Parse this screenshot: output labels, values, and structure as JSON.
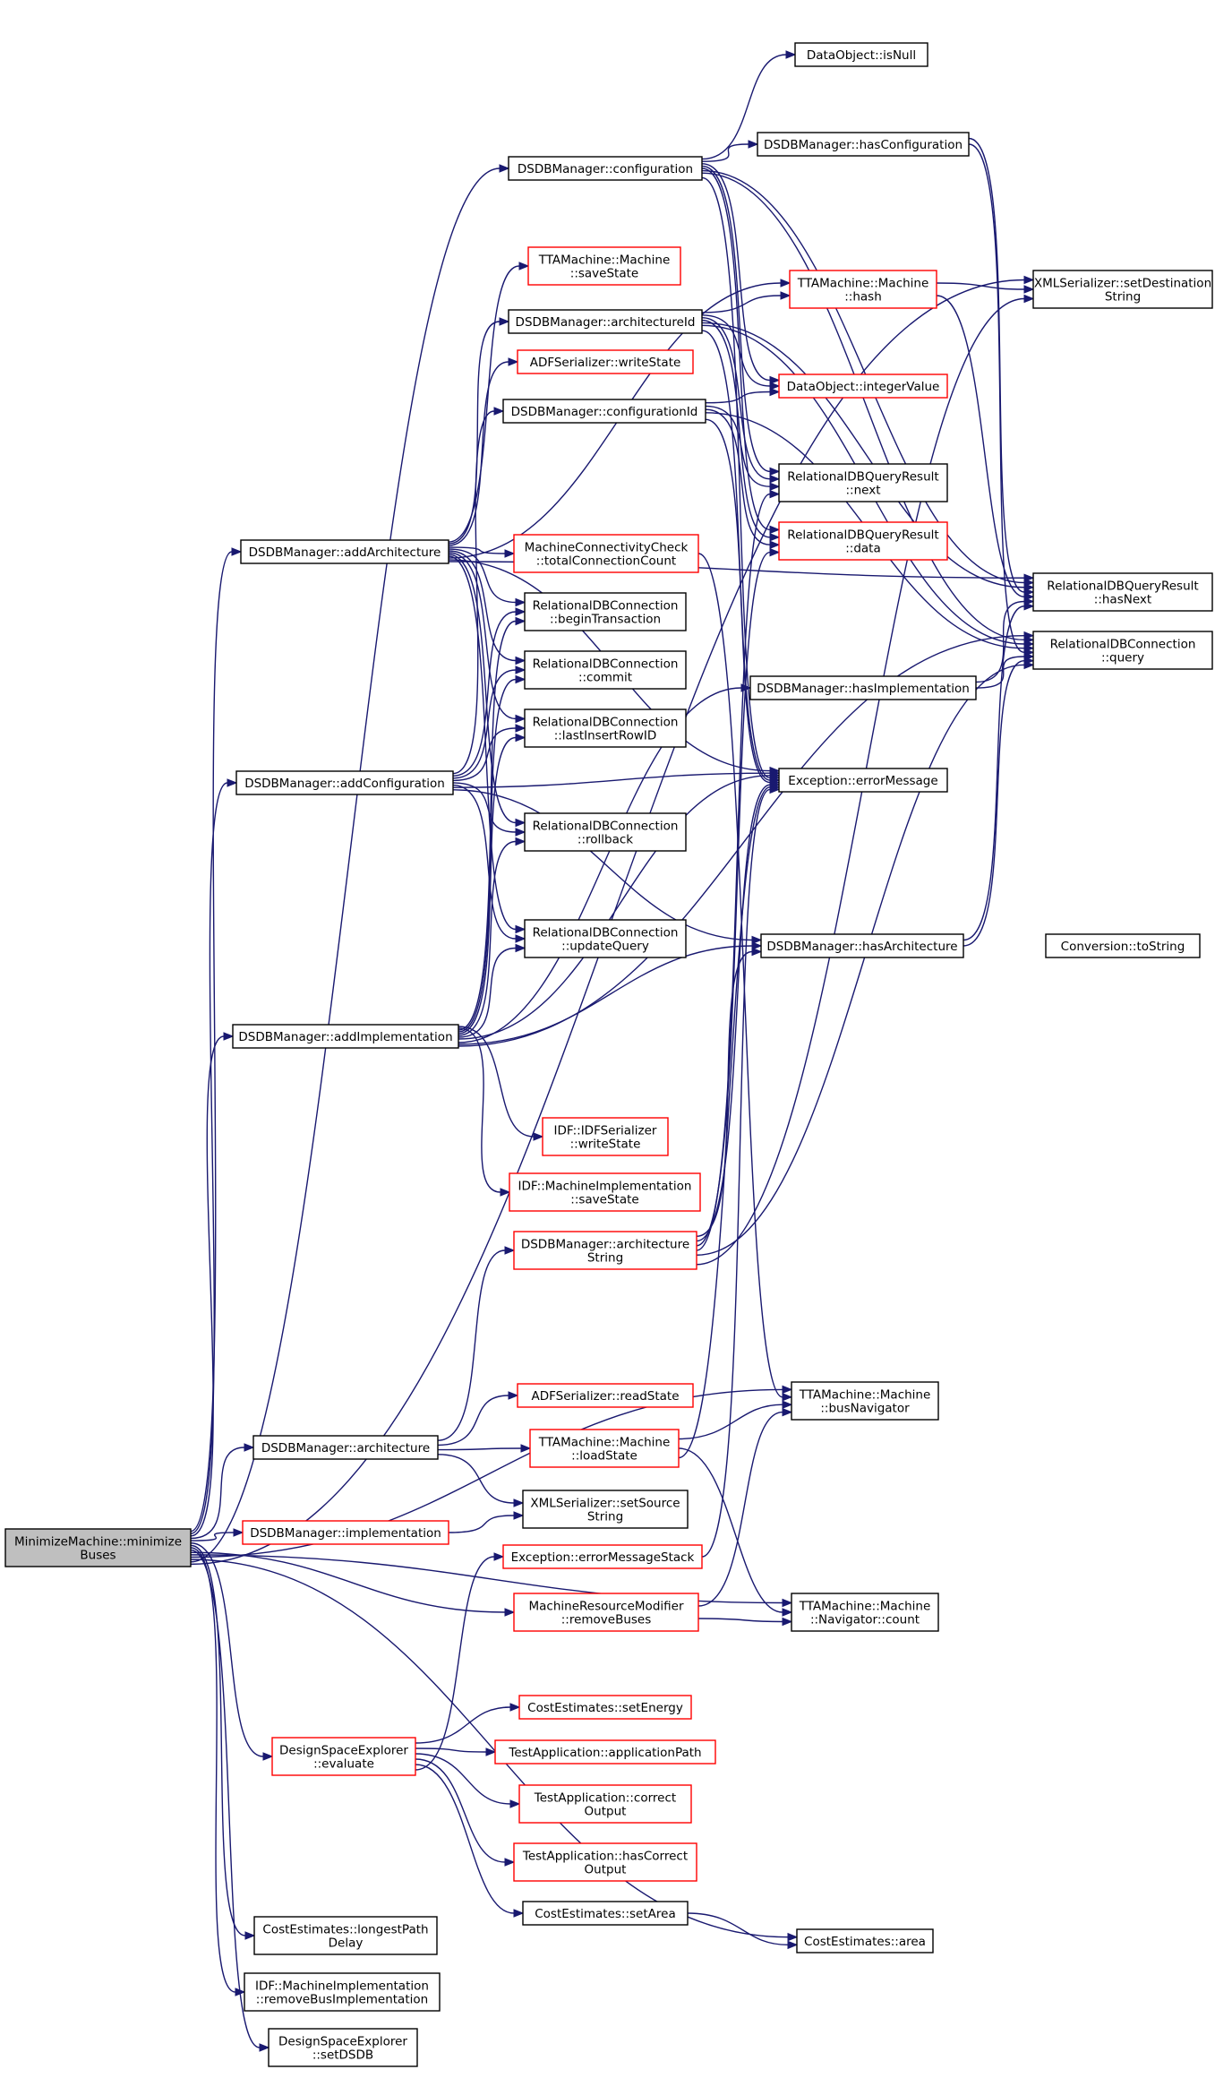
{
  "colors": {
    "edge": "#191970",
    "border_default": "#000000",
    "border_highlight": "#ff0000",
    "root_fill": "#bfbfbf",
    "node_fill": "#ffffff"
  },
  "nodes": [
    {
      "id": "root",
      "lines": [
        "MinimizeMachine::minimize",
        "Buses"
      ],
      "border": "black",
      "root": true
    },
    {
      "id": "addArchitecture",
      "lines": [
        "DSDBManager::addArchitecture"
      ],
      "border": "black"
    },
    {
      "id": "addConfiguration",
      "lines": [
        "DSDBManager::addConfiguration"
      ],
      "border": "black"
    },
    {
      "id": "addImplementation",
      "lines": [
        "DSDBManager::addImplementation"
      ],
      "border": "black"
    },
    {
      "id": "architecture",
      "lines": [
        "DSDBManager::architecture"
      ],
      "border": "black"
    },
    {
      "id": "implementation",
      "lines": [
        "DSDBManager::implementation"
      ],
      "border": "red"
    },
    {
      "id": "evaluate",
      "lines": [
        "DesignSpaceExplorer",
        "::evaluate"
      ],
      "border": "red"
    },
    {
      "id": "longestPathDelay",
      "lines": [
        "CostEstimates::longestPath",
        "Delay"
      ],
      "border": "black"
    },
    {
      "id": "removeBusImpl",
      "lines": [
        "IDF::MachineImplementation",
        "::removeBusImplementation"
      ],
      "border": "black"
    },
    {
      "id": "setDSDB",
      "lines": [
        "DesignSpaceExplorer",
        "::setDSDB"
      ],
      "border": "black"
    },
    {
      "id": "configuration",
      "lines": [
        "DSDBManager::configuration"
      ],
      "border": "black"
    },
    {
      "id": "mSaveState",
      "lines": [
        "TTAMachine::Machine",
        "::saveState"
      ],
      "border": "red"
    },
    {
      "id": "architectureId",
      "lines": [
        "DSDBManager::architectureId"
      ],
      "border": "black"
    },
    {
      "id": "adfWriteState",
      "lines": [
        "ADFSerializer::writeState"
      ],
      "border": "red"
    },
    {
      "id": "configurationId",
      "lines": [
        "DSDBManager::configurationId"
      ],
      "border": "black"
    },
    {
      "id": "totalConn",
      "lines": [
        "MachineConnectivityCheck",
        "::totalConnectionCount"
      ],
      "border": "red"
    },
    {
      "id": "beginTx",
      "lines": [
        "RelationalDBConnection",
        "::beginTransaction"
      ],
      "border": "black"
    },
    {
      "id": "commit",
      "lines": [
        "RelationalDBConnection",
        "::commit"
      ],
      "border": "black"
    },
    {
      "id": "lastInsert",
      "lines": [
        "RelationalDBConnection",
        "::lastInsertRowID"
      ],
      "border": "black"
    },
    {
      "id": "rollback",
      "lines": [
        "RelationalDBConnection",
        "::rollback"
      ],
      "border": "black"
    },
    {
      "id": "updateQuery",
      "lines": [
        "RelationalDBConnection",
        "::updateQuery"
      ],
      "border": "black"
    },
    {
      "id": "idfWriteState",
      "lines": [
        "IDF::IDFSerializer",
        "::writeState"
      ],
      "border": "red"
    },
    {
      "id": "miSaveState",
      "lines": [
        "IDF::MachineImplementation",
        "::saveState"
      ],
      "border": "red"
    },
    {
      "id": "archString",
      "lines": [
        "DSDBManager::architecture",
        "String"
      ],
      "border": "red"
    },
    {
      "id": "adfReadState",
      "lines": [
        "ADFSerializer::readState"
      ],
      "border": "red"
    },
    {
      "id": "loadState",
      "lines": [
        "TTAMachine::Machine",
        "::loadState"
      ],
      "border": "red"
    },
    {
      "id": "setSourceString",
      "lines": [
        "XMLSerializer::setSource",
        "String"
      ],
      "border": "black"
    },
    {
      "id": "errMsgStack",
      "lines": [
        "Exception::errorMessageStack"
      ],
      "border": "red"
    },
    {
      "id": "removeBuses",
      "lines": [
        "MachineResourceModifier",
        "::removeBuses"
      ],
      "border": "red"
    },
    {
      "id": "setEnergy",
      "lines": [
        "CostEstimates::setEnergy"
      ],
      "border": "red"
    },
    {
      "id": "appPath",
      "lines": [
        "TestApplication::applicationPath"
      ],
      "border": "red"
    },
    {
      "id": "correctOutput",
      "lines": [
        "TestApplication::correct",
        "Output"
      ],
      "border": "red"
    },
    {
      "id": "hasCorrectOutput",
      "lines": [
        "TestApplication::hasCorrect",
        "Output"
      ],
      "border": "red"
    },
    {
      "id": "setArea",
      "lines": [
        "CostEstimates::setArea"
      ],
      "border": "black"
    },
    {
      "id": "isNull",
      "lines": [
        "DataObject::isNull"
      ],
      "border": "black"
    },
    {
      "id": "hasConfiguration",
      "lines": [
        "DSDBManager::hasConfiguration"
      ],
      "border": "black"
    },
    {
      "id": "hash",
      "lines": [
        "TTAMachine::Machine",
        "::hash"
      ],
      "border": "red"
    },
    {
      "id": "integerValue",
      "lines": [
        "DataObject::integerValue"
      ],
      "border": "red"
    },
    {
      "id": "next",
      "lines": [
        "RelationalDBQueryResult",
        "::next"
      ],
      "border": "black"
    },
    {
      "id": "data",
      "lines": [
        "RelationalDBQueryResult",
        "::data"
      ],
      "border": "red"
    },
    {
      "id": "hasImplementation",
      "lines": [
        "DSDBManager::hasImplementation"
      ],
      "border": "black"
    },
    {
      "id": "errorMessage",
      "lines": [
        "Exception::errorMessage"
      ],
      "border": "black"
    },
    {
      "id": "hasArchitecture",
      "lines": [
        "DSDBManager::hasArchitecture"
      ],
      "border": "black"
    },
    {
      "id": "busNavigator",
      "lines": [
        "TTAMachine::Machine",
        "::busNavigator"
      ],
      "border": "black"
    },
    {
      "id": "navCount",
      "lines": [
        "TTAMachine::Machine",
        "::Navigator::count"
      ],
      "border": "black"
    },
    {
      "id": "area",
      "lines": [
        "CostEstimates::area"
      ],
      "border": "black"
    },
    {
      "id": "setDestString",
      "lines": [
        "XMLSerializer::setDestination",
        "String"
      ],
      "border": "black"
    },
    {
      "id": "hasNext",
      "lines": [
        "RelationalDBQueryResult",
        "::hasNext"
      ],
      "border": "black"
    },
    {
      "id": "query",
      "lines": [
        "RelationalDBConnection",
        "::query"
      ],
      "border": "black"
    },
    {
      "id": "toString",
      "lines": [
        "Conversion::toString"
      ],
      "border": "black"
    }
  ],
  "edges": [
    [
      "root",
      "addArchitecture"
    ],
    [
      "root",
      "addConfiguration"
    ],
    [
      "root",
      "addImplementation"
    ],
    [
      "root",
      "architecture"
    ],
    [
      "root",
      "implementation"
    ],
    [
      "root",
      "evaluate"
    ],
    [
      "root",
      "longestPathDelay"
    ],
    [
      "root",
      "removeBusImpl"
    ],
    [
      "root",
      "setDSDB"
    ],
    [
      "root",
      "removeBuses"
    ],
    [
      "root",
      "navCount"
    ],
    [
      "root",
      "busNavigator"
    ],
    [
      "root",
      "area"
    ],
    [
      "root",
      "configuration"
    ],
    [
      "root",
      "setDestString"
    ],
    [
      "addArchitecture",
      "mSaveState"
    ],
    [
      "addArchitecture",
      "architectureId"
    ],
    [
      "addArchitecture",
      "adfWriteState"
    ],
    [
      "addArchitecture",
      "totalConn"
    ],
    [
      "addArchitecture",
      "beginTx"
    ],
    [
      "addArchitecture",
      "commit"
    ],
    [
      "addArchitecture",
      "lastInsert"
    ],
    [
      "addArchitecture",
      "rollback"
    ],
    [
      "addArchitecture",
      "updateQuery"
    ],
    [
      "addArchitecture",
      "hash"
    ],
    [
      "addArchitecture",
      "errorMessage"
    ],
    [
      "addArchitecture",
      "hasNext"
    ],
    [
      "addConfiguration",
      "configurationId"
    ],
    [
      "addConfiguration",
      "beginTx"
    ],
    [
      "addConfiguration",
      "commit"
    ],
    [
      "addConfiguration",
      "lastInsert"
    ],
    [
      "addConfiguration",
      "rollback"
    ],
    [
      "addConfiguration",
      "updateQuery"
    ],
    [
      "addConfiguration",
      "errorMessage"
    ],
    [
      "addConfiguration",
      "hasArchitecture"
    ],
    [
      "addConfiguration",
      "toString"
    ],
    [
      "addImplementation",
      "idfWriteState"
    ],
    [
      "addImplementation",
      "miSaveState"
    ],
    [
      "addImplementation",
      "beginTx"
    ],
    [
      "addImplementation",
      "commit"
    ],
    [
      "addImplementation",
      "lastInsert"
    ],
    [
      "addImplementation",
      "rollback"
    ],
    [
      "addImplementation",
      "updateQuery"
    ],
    [
      "addImplementation",
      "errorMessage"
    ],
    [
      "addImplementation",
      "toString"
    ],
    [
      "addImplementation",
      "hasImplementation"
    ],
    [
      "addImplementation",
      "hasArchitecture"
    ],
    [
      "addImplementation",
      "query"
    ],
    [
      "architecture",
      "archString"
    ],
    [
      "architecture",
      "adfReadState"
    ],
    [
      "architecture",
      "loadState"
    ],
    [
      "architecture",
      "setSourceString"
    ],
    [
      "implementation",
      "setSourceString"
    ],
    [
      "evaluate",
      "setEnergy"
    ],
    [
      "evaluate",
      "appPath"
    ],
    [
      "evaluate",
      "correctOutput"
    ],
    [
      "evaluate",
      "hasCorrectOutput"
    ],
    [
      "evaluate",
      "setArea"
    ],
    [
      "evaluate",
      "errMsgStack"
    ],
    [
      "setArea",
      "area"
    ],
    [
      "configuration",
      "isNull"
    ],
    [
      "configuration",
      "hasConfiguration"
    ],
    [
      "configuration",
      "integerValue"
    ],
    [
      "configuration",
      "next"
    ],
    [
      "configuration",
      "data"
    ],
    [
      "configuration",
      "hasNext"
    ],
    [
      "configuration",
      "query"
    ],
    [
      "configuration",
      "toString"
    ],
    [
      "configuration",
      "errorMessage"
    ],
    [
      "architectureId",
      "hash"
    ],
    [
      "architectureId",
      "integerValue"
    ],
    [
      "architectureId",
      "next"
    ],
    [
      "architectureId",
      "data"
    ],
    [
      "architectureId",
      "hasNext"
    ],
    [
      "architectureId",
      "query"
    ],
    [
      "architectureId",
      "toString"
    ],
    [
      "architectureId",
      "errorMessage"
    ],
    [
      "configurationId",
      "integerValue"
    ],
    [
      "configurationId",
      "next"
    ],
    [
      "configurationId",
      "data"
    ],
    [
      "configurationId",
      "query"
    ],
    [
      "configurationId",
      "toString"
    ],
    [
      "configurationId",
      "errorMessage"
    ],
    [
      "hasConfiguration",
      "hasNext"
    ],
    [
      "hasConfiguration",
      "query"
    ],
    [
      "hasConfiguration",
      "toString"
    ],
    [
      "hash",
      "setDestString"
    ],
    [
      "hash",
      "hasNext"
    ],
    [
      "totalConn",
      "busNavigator"
    ],
    [
      "hasImplementation",
      "hasNext"
    ],
    [
      "hasImplementation",
      "query"
    ],
    [
      "hasImplementation",
      "toString"
    ],
    [
      "hasArchitecture",
      "hasNext"
    ],
    [
      "hasArchitecture",
      "query"
    ],
    [
      "hasArchitecture",
      "toString"
    ],
    [
      "archString",
      "hasArchitecture"
    ],
    [
      "archString",
      "errorMessage"
    ],
    [
      "archString",
      "data"
    ],
    [
      "archString",
      "next"
    ],
    [
      "archString",
      "query"
    ],
    [
      "archString",
      "toString"
    ],
    [
      "archString",
      "setDestString"
    ],
    [
      "loadState",
      "busNavigator"
    ],
    [
      "loadState",
      "navCount"
    ],
    [
      "loadState",
      "errorMessage"
    ],
    [
      "removeBuses",
      "busNavigator"
    ],
    [
      "removeBuses",
      "navCount"
    ],
    [
      "errMsgStack",
      "errorMessage"
    ]
  ]
}
